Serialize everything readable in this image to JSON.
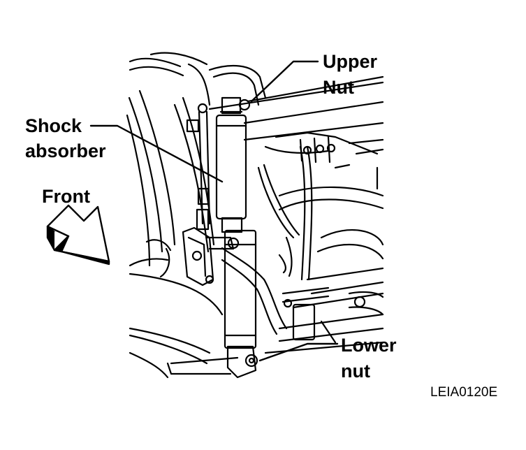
{
  "labels": {
    "upper_nut_line1": "Upper",
    "upper_nut_line2": "Nut",
    "shock_absorber_line1": "Shock",
    "shock_absorber_line2": "absorber",
    "front": "Front",
    "lower_nut_line1": "Lower",
    "lower_nut_line2": "nut"
  },
  "figure_code": "LEIA0120E",
  "colors": {
    "ink": "#000000",
    "paper": "#ffffff"
  }
}
